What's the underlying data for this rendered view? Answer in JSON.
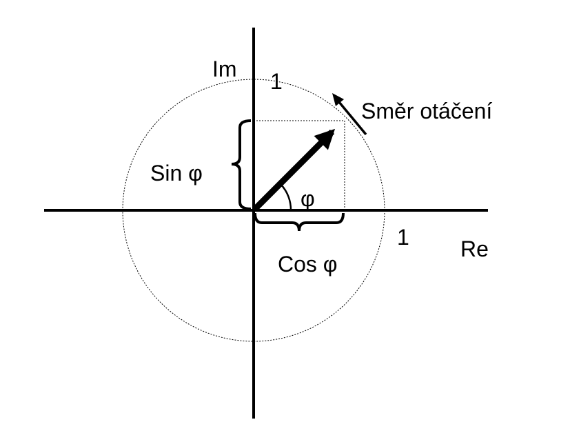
{
  "diagram": {
    "axis_labels": {
      "imaginary": "Im",
      "real": "Re"
    },
    "unit_labels": {
      "imaginary_one": "1",
      "real_one": "1"
    },
    "component_labels": {
      "sine": "Sin φ",
      "cosine": "Cos φ"
    },
    "angle_label": "φ",
    "rotation_label": "Směr otáčení",
    "colors": {
      "ink": "#000000",
      "background": "#ffffff"
    }
  }
}
